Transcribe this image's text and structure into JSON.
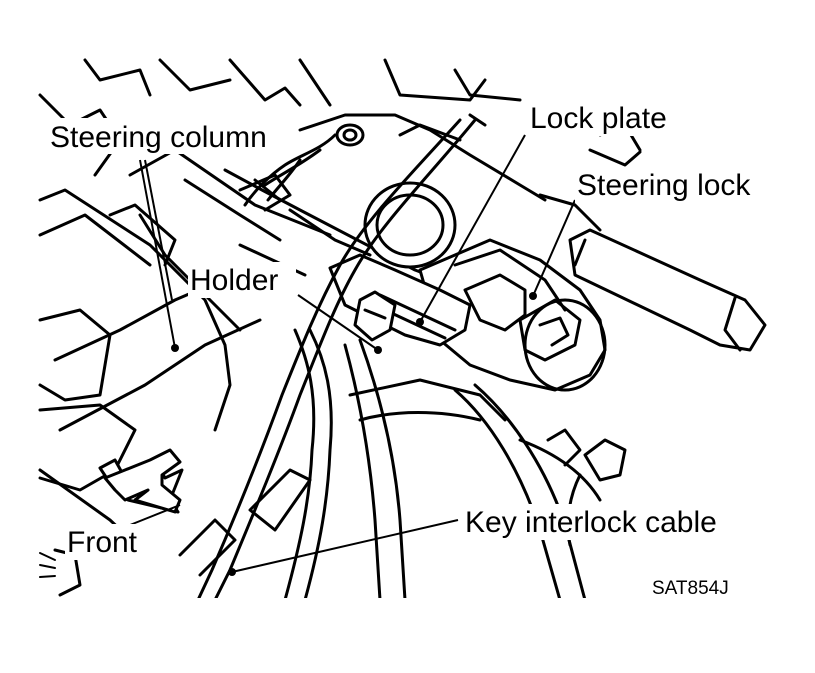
{
  "labels": {
    "steering_column": "Steering column",
    "lock_plate": "Lock plate",
    "steering_lock": "Steering lock",
    "holder": "Holder",
    "key_interlock_cable": "Key interlock cable",
    "front": "Front",
    "figure_code": "SAT854J"
  },
  "colors": {
    "ink": "#000000",
    "paper": "#ffffff"
  }
}
